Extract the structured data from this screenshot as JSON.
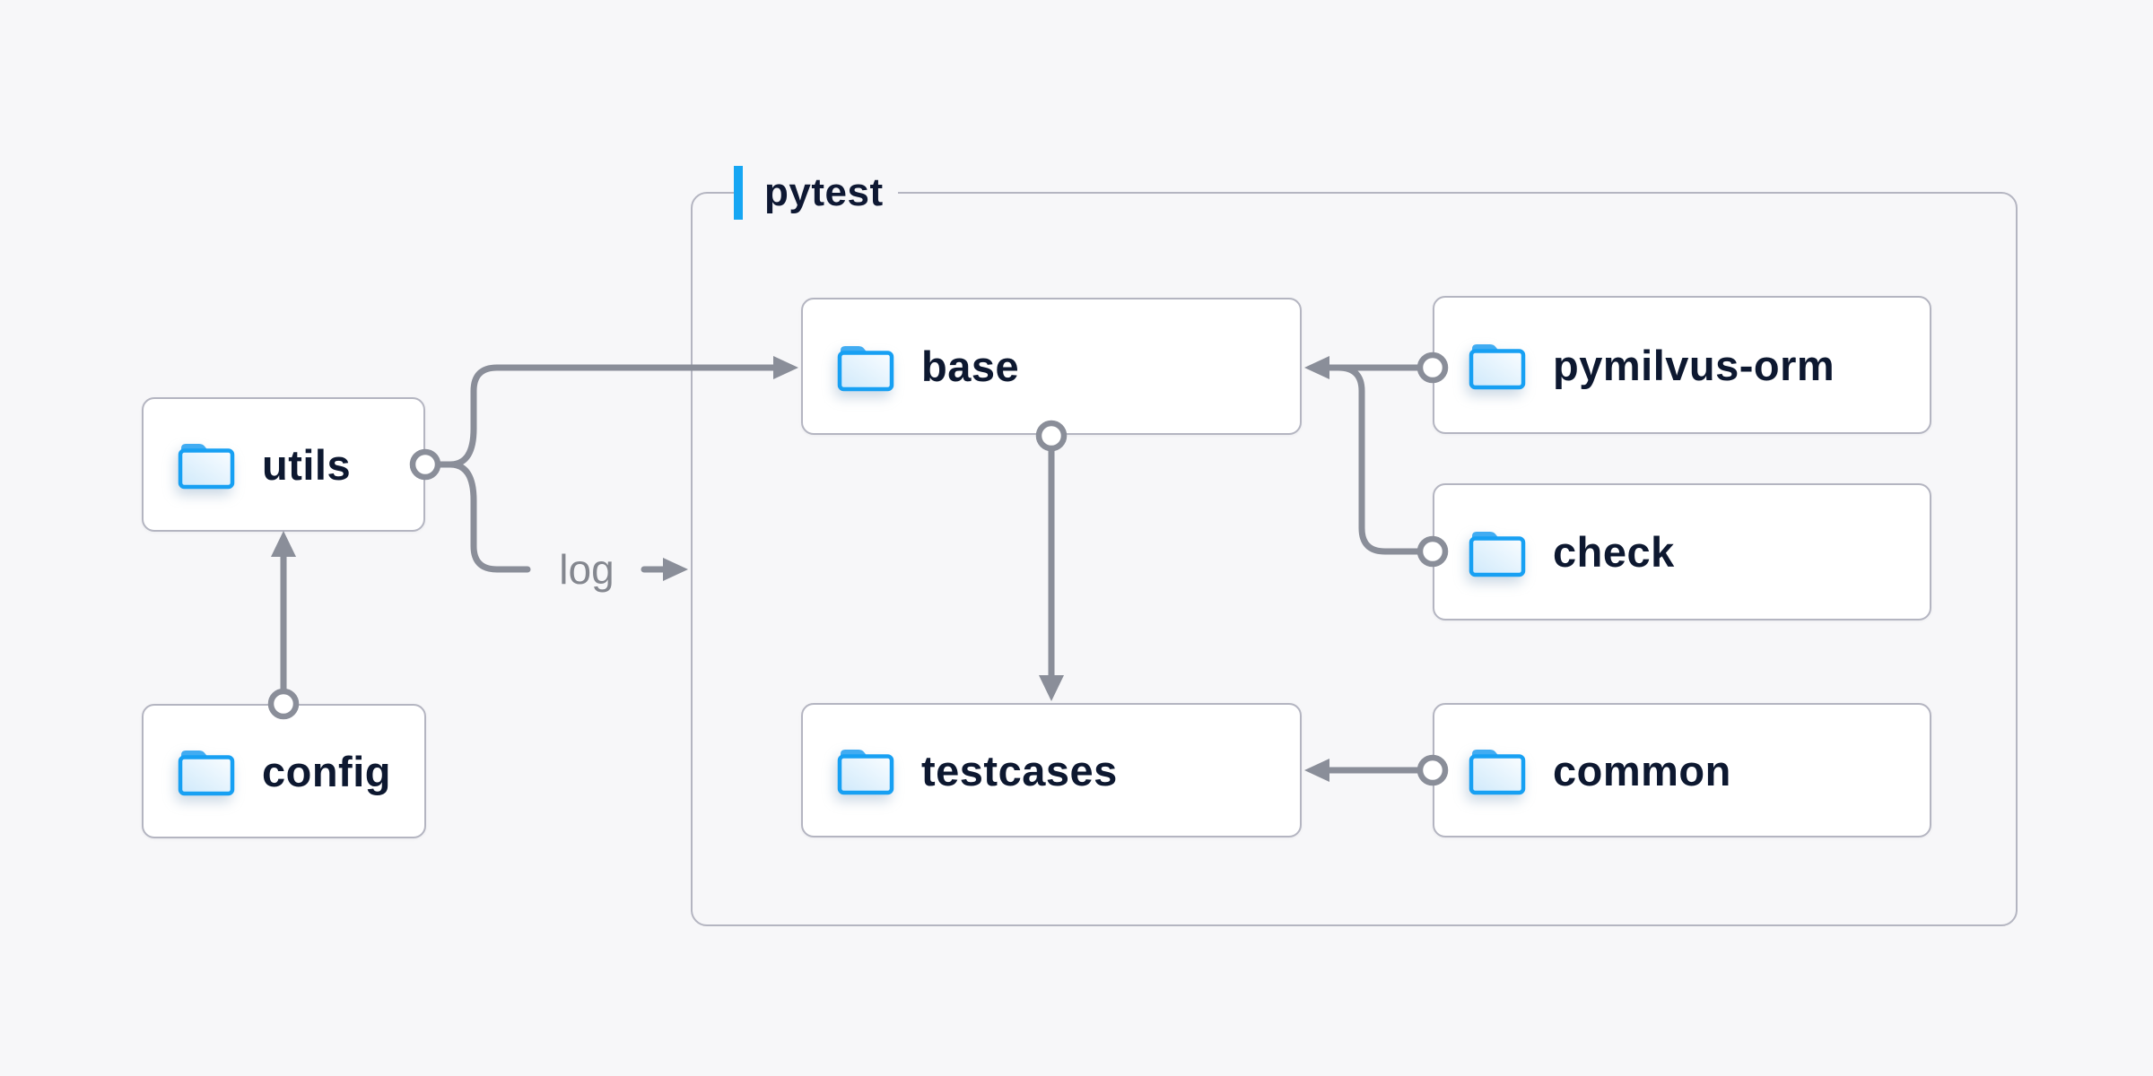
{
  "page": {
    "type": "folder-dependency-diagram",
    "background": "#f7f7f9"
  },
  "colors": {
    "accent_blue": "#16a6f3",
    "folder_stroke_blue": "#17a0f3",
    "folder_tab_blue": "#41acf2",
    "connector_gray": "#8a8e99",
    "box_border_gray": "#b4b5c1",
    "label_navy": "#0d1830",
    "muted_label_gray": "#84878f",
    "node_fill": "#ffffff"
  },
  "diagram": {
    "container": {
      "label": "pytest"
    },
    "nodes": [
      {
        "id": "utils",
        "label": "utils",
        "inside_pytest": false
      },
      {
        "id": "config",
        "label": "config",
        "inside_pytest": false
      },
      {
        "id": "base",
        "label": "base",
        "inside_pytest": true
      },
      {
        "id": "pymilvus-orm",
        "label": "pymilvus-orm",
        "inside_pytest": true
      },
      {
        "id": "check",
        "label": "check",
        "inside_pytest": true
      },
      {
        "id": "testcases",
        "label": "testcases",
        "inside_pytest": true
      },
      {
        "id": "common",
        "label": "common",
        "inside_pytest": true
      }
    ],
    "edge_label": {
      "text": "log"
    },
    "edges": [
      {
        "from": "config",
        "to": "utils"
      },
      {
        "from": "utils",
        "to": "base"
      },
      {
        "from": "utils",
        "to": "log"
      },
      {
        "from": "base",
        "to": "testcases"
      },
      {
        "from": "pymilvus-orm",
        "to": "base"
      },
      {
        "from": "check",
        "to": "base"
      },
      {
        "from": "common",
        "to": "testcases"
      }
    ]
  }
}
